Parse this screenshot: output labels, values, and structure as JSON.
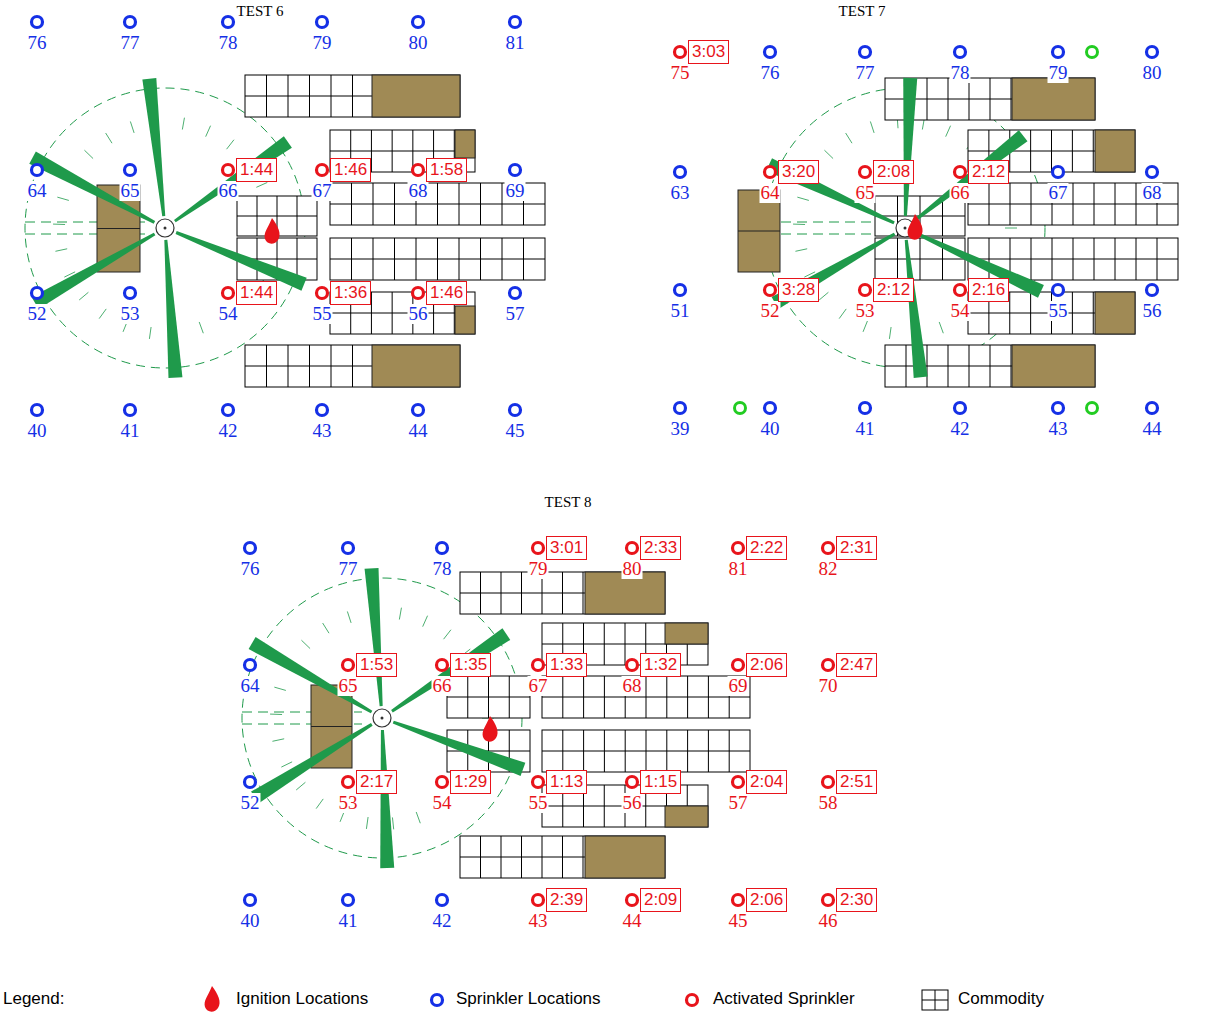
{
  "diagram": {
    "nodes": [
      {
        "text": [
          "1:44"
        ]
      },
      {
        "text": [
          "1:46"
        ]
      },
      {
        "text": [
          "1:58"
        ]
      },
      {
        "text": [
          "1:44"
        ]
      },
      {
        "text": [
          "1:36"
        ]
      },
      {
        "text": [
          "1:46"
        ]
      },
      {
        "text": [
          "3:03"
        ]
      },
      {
        "text": [
          "3:20"
        ]
      },
      {
        "text": [
          "2:08"
        ]
      },
      {
        "text": [
          "2:12"
        ]
      },
      {
        "text": [
          "3:28"
        ]
      },
      {
        "text": [
          "2:12"
        ]
      },
      {
        "text": [
          "2:16"
        ]
      },
      {
        "text": [
          "3:01"
        ]
      },
      {
        "text": [
          "2:33"
        ]
      },
      {
        "text": [
          "2:22"
        ]
      },
      {
        "text": [
          "2:31"
        ]
      },
      {
        "text": [
          "1:53"
        ]
      },
      {
        "text": [
          "1:35"
        ]
      },
      {
        "text": [
          "1:33"
        ]
      },
      {
        "text": [
          "1:32"
        ]
      },
      {
        "text": [
          "2:06"
        ]
      },
      {
        "text": [
          "2:47"
        ]
      },
      {
        "text": [
          "2:17"
        ]
      },
      {
        "text": [
          "1:29"
        ]
      },
      {
        "text": [
          "1:13"
        ]
      },
      {
        "text": [
          "1:15"
        ]
      },
      {
        "text": [
          "2:04"
        ]
      },
      {
        "text": [
          "2:51"
        ]
      },
      {
        "text": [
          "2:39"
        ]
      },
      {
        "text": [
          "2:09"
        ]
      },
      {
        "text": [
          "2:06"
        ]
      },
      {
        "text": [
          "2:30"
        ]
      }
    ],
    "labels": [
      "TEST 6",
      "76",
      "77",
      "78",
      "79",
      "80",
      "81",
      "64",
      "65",
      "66",
      "67",
      "68",
      "69",
      "52",
      "53",
      "54",
      "55",
      "56",
      "57",
      "40",
      "41",
      "42",
      "43",
      "44",
      "45",
      "TEST 7",
      "75",
      "76",
      "77",
      "78",
      "79",
      "80",
      "63",
      "64",
      "65",
      "66",
      "67",
      "68",
      "51",
      "52",
      "53",
      "54",
      "55",
      "56",
      "39",
      "40",
      "41",
      "42",
      "43",
      "44",
      "TEST 8",
      "76",
      "77",
      "78",
      "79",
      "80",
      "81",
      "82",
      "64",
      "65",
      "66",
      "67",
      "68",
      "69",
      "70",
      "52",
      "53",
      "54",
      "55",
      "56",
      "57",
      "58",
      "40",
      "41",
      "42",
      "43",
      "44",
      "45",
      "46",
      "Legend:"
    ],
    "legend": [
      {
        "text": "Ignition Locations"
      },
      {
        "text": "Sprinkler Locations"
      },
      {
        "text": "Activated Sprinkler"
      },
      {
        "text": "Commodity"
      }
    ]
  }
}
